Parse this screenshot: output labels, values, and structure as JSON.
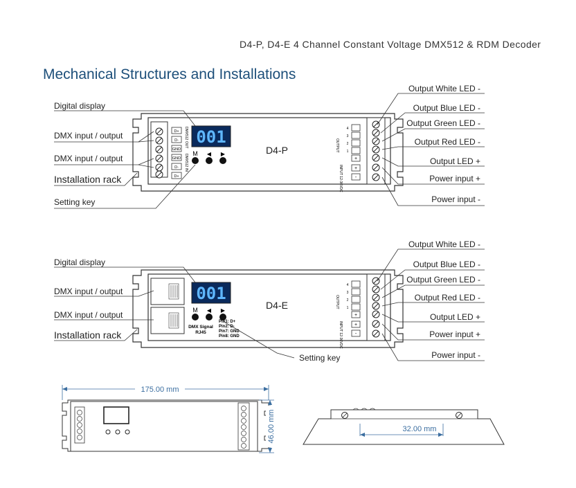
{
  "header": {
    "title": "D4-P, D4-E     4 Channel Constant Voltage DMX512 & RDM Decoder"
  },
  "section": {
    "title": "Mechanical Structures and Installations"
  },
  "d4p": {
    "model": "D4-P",
    "display": "001",
    "keys": [
      "M",
      "◀",
      "▶"
    ],
    "left_terminals": [
      "D+",
      "D-",
      "GND",
      "GND",
      "D-",
      "D+"
    ],
    "dmx_tag_top": "DMX512 OUT",
    "dmx_tag_bottom": "DMX512 IN",
    "labels": {
      "digital_display": "Digital display",
      "dmx_io_1": "DMX input / output",
      "dmx_io_2": "DMX input / output",
      "installation_rack": "Installation rack",
      "setting_key": "Setting key"
    }
  },
  "d4e": {
    "model": "D4-E",
    "display": "001",
    "keys": [
      "M",
      "◀",
      "▶"
    ],
    "dmx_signal": "DMX Signal",
    "rj45": "RJ45",
    "pins": [
      "Pin1: D+",
      "Pin2: D-",
      "Pin7: GND",
      "Pin8: GND"
    ],
    "labels": {
      "digital_display": "Digital display",
      "dmx_io_1": "DMX input / output",
      "dmx_io_2": "DMX input / output",
      "installation_rack": "Installation rack",
      "setting_key": "Setting key"
    }
  },
  "right_side": {
    "output_tag": "OUTPUT",
    "input_tag": "INPUT 12-36VDC",
    "channel_nums": [
      "4",
      "3",
      "2",
      "1"
    ],
    "labels": [
      "Output White LED -",
      "Output Blue LED -",
      "Output Green LED -",
      "Output Red LED -",
      "Output LED +",
      "Power input +",
      "Power input -"
    ]
  },
  "dimensions": {
    "length": "175.00 mm",
    "height": "46.00 mm",
    "hole_spacing": "32.00 mm"
  },
  "colors": {
    "title_blue": "#1d4f7a",
    "display_bg": "#0a2a5c",
    "display_digits": "#5fb7ff",
    "dimension_blue": "#3b6ea0"
  }
}
